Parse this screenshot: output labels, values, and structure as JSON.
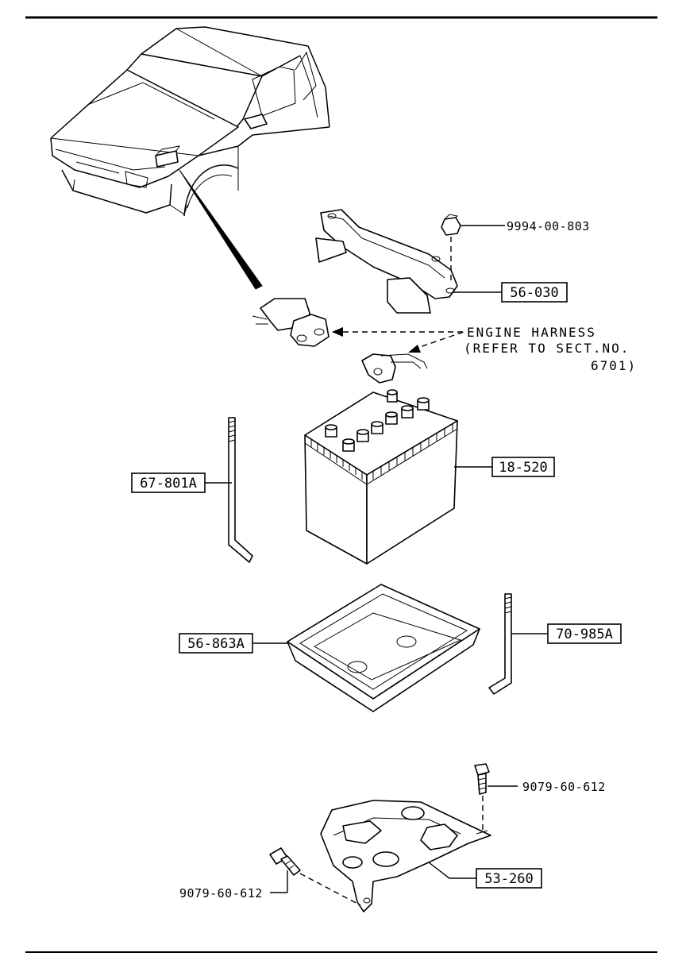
{
  "diagram": {
    "callouts": {
      "nut_top": "9994-00-803",
      "battery_clamp": "56-030",
      "battery": "18-520",
      "hold_rod_left": "67-801A",
      "battery_tray": "56-863A",
      "hold_rod_right": "70-985A",
      "bolt_right": "9079-60-612",
      "tray_bracket": "53-260",
      "bolt_left": "9079-60-612"
    },
    "note": {
      "line1": "ENGINE HARNESS",
      "line2": "(REFER TO SECT.NO.",
      "line3": "6701)"
    }
  }
}
